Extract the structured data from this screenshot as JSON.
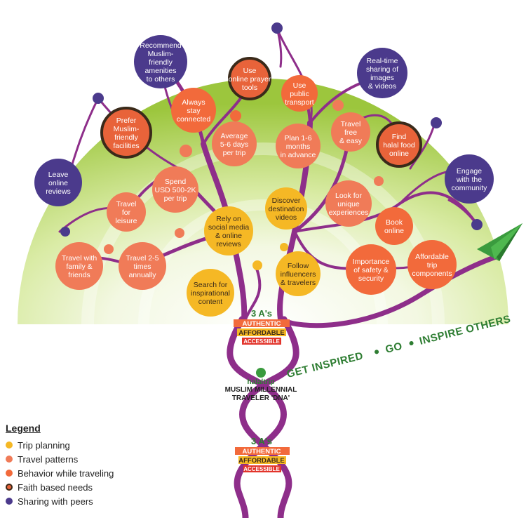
{
  "colors": {
    "trip_planning": "#f5b825",
    "travel_patterns": "#f07b58",
    "behavior": "#f26a3b",
    "faith": "#e8633a",
    "sharing": "#4b3a8c",
    "trunk": "#8e2e8a",
    "green": "#9cc63d"
  },
  "nodes": [
    {
      "lines": [
        "Recommend",
        "Muslim-",
        "friendly",
        "amenities",
        "to others"
      ],
      "cat": "sharing"
    },
    {
      "lines": [
        "Use",
        "online prayer",
        "tools"
      ],
      "cat": "faith"
    },
    {
      "lines": [
        "Use",
        "public",
        "transport"
      ],
      "cat": "behavior"
    },
    {
      "lines": [
        "Real-time",
        "sharing of",
        "images",
        "& videos"
      ],
      "cat": "sharing"
    },
    {
      "lines": [
        "Always",
        "stay",
        "connected"
      ],
      "cat": "behavior"
    },
    {
      "lines": [
        "Prefer",
        "Muslim-",
        "friendly",
        "facilities"
      ],
      "cat": "faith"
    },
    {
      "lines": [
        "Average",
        "5-6 days",
        "per trip"
      ],
      "cat": "travel_patterns"
    },
    {
      "lines": [
        "Plan 1-6",
        "months",
        "in advance"
      ],
      "cat": "travel_patterns"
    },
    {
      "lines": [
        "Travel",
        "free",
        "& easy"
      ],
      "cat": "travel_patterns"
    },
    {
      "lines": [
        "Find",
        "halal food",
        "online"
      ],
      "cat": "faith"
    },
    {
      "lines": [
        "Leave",
        "online",
        "reviews"
      ],
      "cat": "sharing"
    },
    {
      "lines": [
        "Engage",
        "with the",
        "community"
      ],
      "cat": "sharing"
    },
    {
      "lines": [
        "Spend",
        "USD 500-2K",
        "per trip"
      ],
      "cat": "travel_patterns"
    },
    {
      "lines": [
        "Travel",
        "for",
        "leisure"
      ],
      "cat": "travel_patterns"
    },
    {
      "lines": [
        "Look for",
        "unique",
        "experiences"
      ],
      "cat": "travel_patterns"
    },
    {
      "lines": [
        "Discover",
        "destination",
        "videos"
      ],
      "cat": "trip_planning"
    },
    {
      "lines": [
        "Rely on",
        "social media",
        "& online",
        "reviews"
      ],
      "cat": "trip_planning"
    },
    {
      "lines": [
        "Book",
        "online"
      ],
      "cat": "behavior"
    },
    {
      "lines": [
        "Travel with",
        "family &",
        "friends"
      ],
      "cat": "travel_patterns"
    },
    {
      "lines": [
        "Travel 2-5",
        "times",
        "annually"
      ],
      "cat": "travel_patterns"
    },
    {
      "lines": [
        "Follow",
        "influencers",
        "& travelers"
      ],
      "cat": "trip_planning"
    },
    {
      "lines": [
        "Importance",
        "of safety &",
        "security"
      ],
      "cat": "behavior"
    },
    {
      "lines": [
        "Affordable",
        "trip",
        "components"
      ],
      "cat": "behavior"
    },
    {
      "lines": [
        "Search for",
        "inspirational",
        "content"
      ],
      "cat": "trip_planning"
    }
  ],
  "dna_band_1": {
    "heading": "3 A's",
    "words": [
      "AUTHENTIC",
      "AFFORDABLE",
      "ACCESSIBLE"
    ]
  },
  "dna_band_2": {
    "heading": "3 A's",
    "words": [
      "AUTHENTIC",
      "AFFORDABLE",
      "ACCESSIBLE"
    ]
  },
  "tagline": {
    "part1": "GET INSPIRED",
    "part2": "GO",
    "part3": "INSPIRE OTHERS"
  },
  "logo": {
    "brand": "halaltrip",
    "title_line1": "MUSLIM MILLENNIAL",
    "title_line2": "TRAVELER 'DNA'"
  },
  "legend": {
    "title": "Legend",
    "items": [
      {
        "label": "Trip planning",
        "cat": "trip_planning"
      },
      {
        "label": "Travel patterns",
        "cat": "travel_patterns"
      },
      {
        "label": "Behavior while traveling",
        "cat": "behavior"
      },
      {
        "label": "Faith based needs",
        "cat": "faith"
      },
      {
        "label": "Sharing with peers",
        "cat": "sharing"
      }
    ]
  }
}
